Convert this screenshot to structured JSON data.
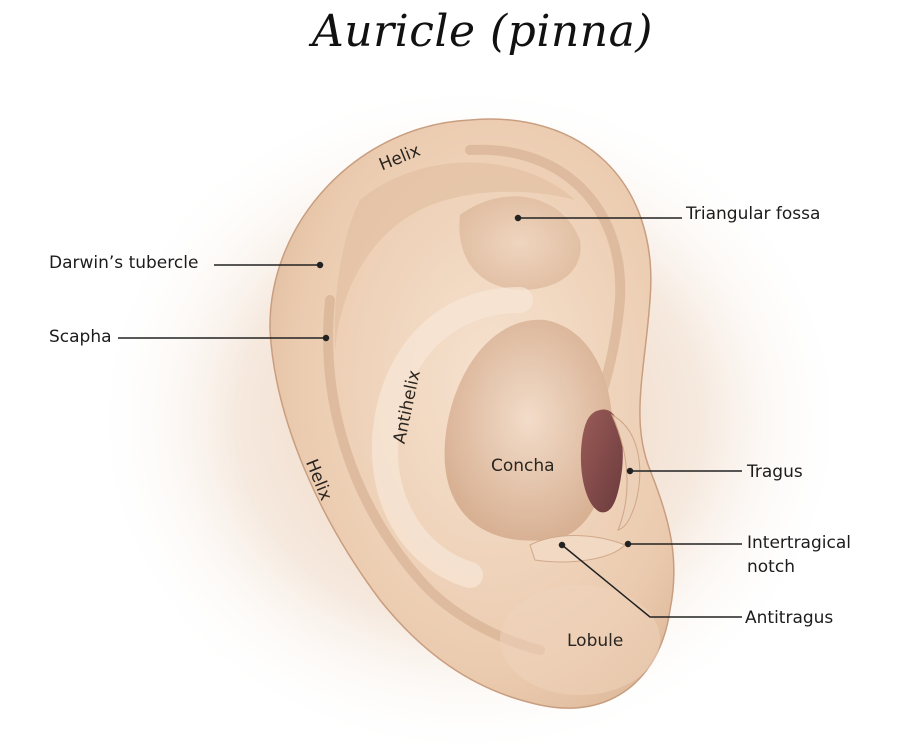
{
  "title": "Auricle (pinna)",
  "labels": {
    "helix_top": "Helix",
    "helix_side": "Helix",
    "antihelix": "Antihelix",
    "concha": "Concha",
    "lobule": "Lobule",
    "triangular_fossa": "Triangular fossa",
    "darwins_tubercle": "Darwin’s tubercle",
    "scapha": "Scapha",
    "tragus": "Tragus",
    "intertragical_notch": "Intertragical notch",
    "antitragus": "Antitragus"
  },
  "colors": {
    "skin_light": "#f4dcc6",
    "skin_mid": "#e6c2a3",
    "skin_shadow": "#c99e80",
    "canal": "#7a4848",
    "leader": "#222222"
  }
}
